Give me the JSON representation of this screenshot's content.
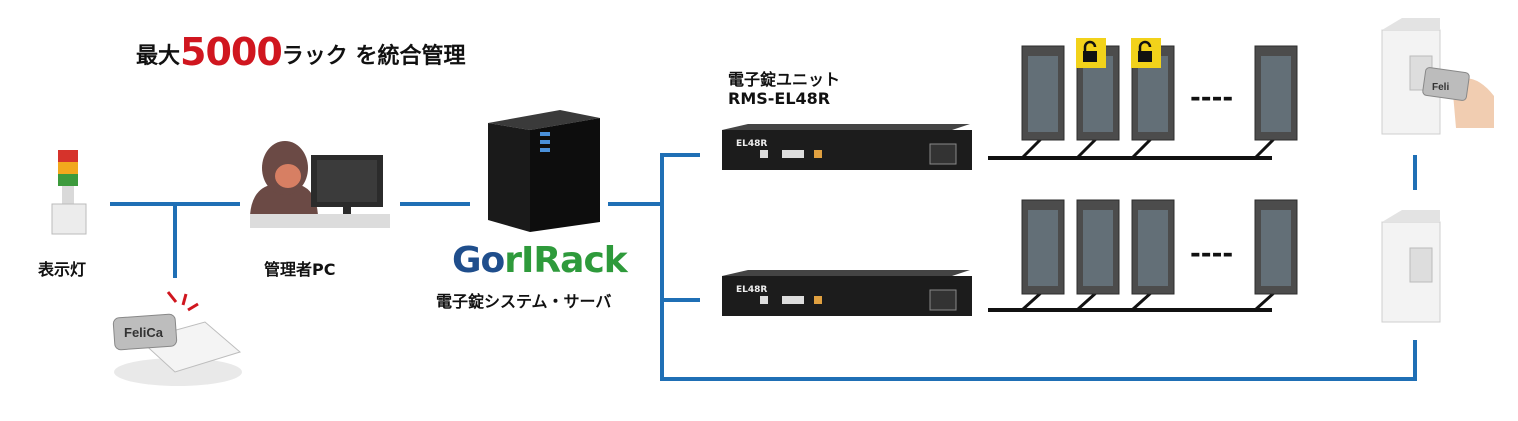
{
  "headline": {
    "prefix": "最大",
    "number": "5000",
    "suffix": "ラック を統合管理"
  },
  "labels": {
    "indicator_lamp": "表示灯",
    "admin_pc": "管理者PC",
    "logo_part1": "Go",
    "logo_part2": "rIRack",
    "server": "電子錠システム・サーバ",
    "unit_line1": "電子錠ユニット",
    "unit_line2": "RMS-EL48R",
    "device_tag": "EL48R",
    "felica_card": "FeliCa",
    "felica_card_small": "Feli",
    "ellipsis": "----"
  },
  "colors": {
    "line_blue": "#1f6fb5",
    "accent_red": "#d0161f",
    "lock_yellow": "#f2d21a",
    "logo_green": "#2e9a3b",
    "logo_blue": "#1f4e8c"
  }
}
